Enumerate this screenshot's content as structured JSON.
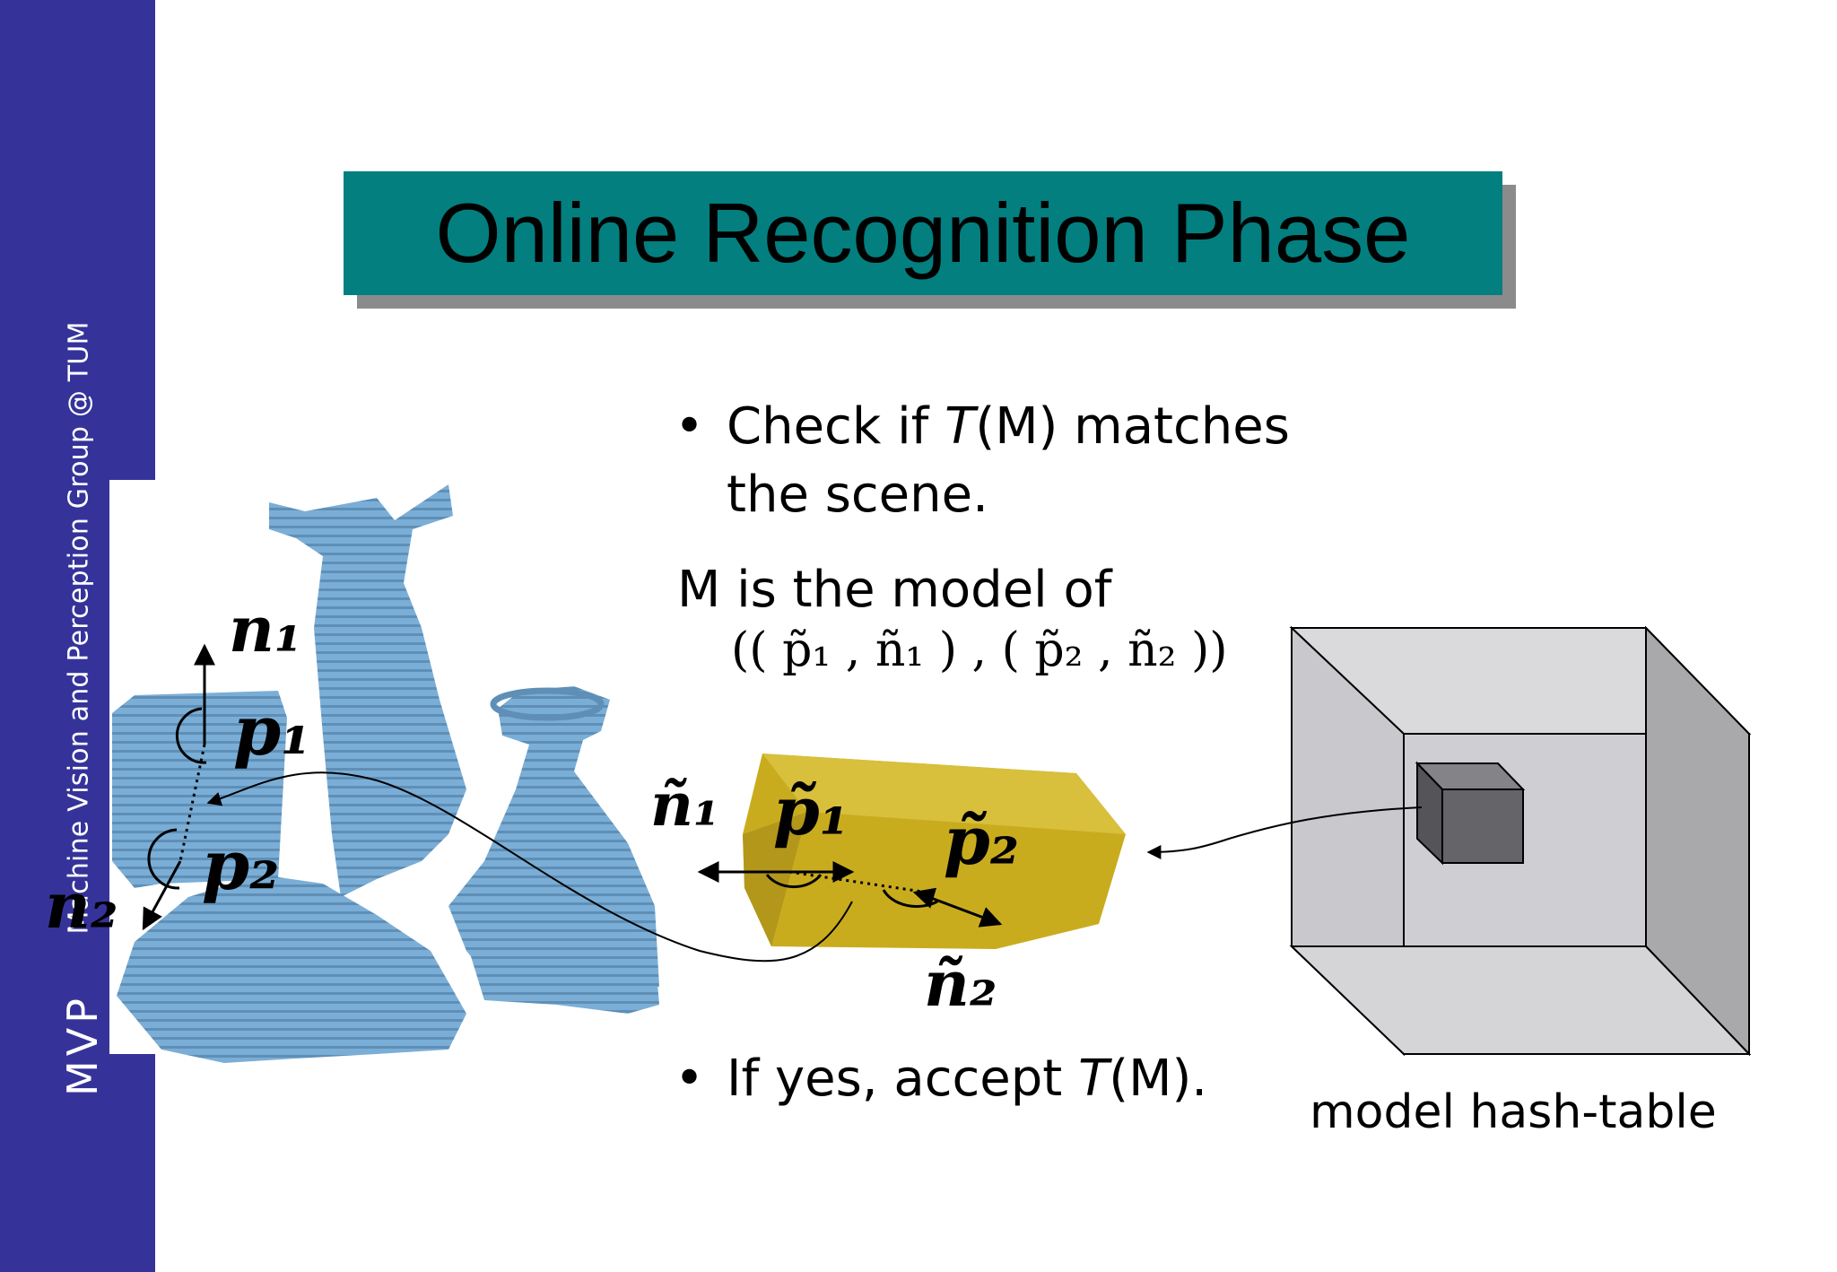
{
  "sidebar": {
    "group_text": "Machine Vision and Perception Group @ TUM",
    "abbrev": "MVP",
    "color": "#35339a"
  },
  "title": {
    "text": "Online Recognition Phase",
    "box_color": "#037f80"
  },
  "bullets": [
    {
      "pre": "Check if ",
      "italic": "T",
      "post": "(M) matches",
      "line2": "the scene."
    },
    {
      "pre": "If yes, accept ",
      "italic": "T",
      "post": "(M)."
    }
  ],
  "model_text": "M is the model of",
  "model_tuple": "(( p̃₁ , ñ₁ ) , ( p̃₂ , ñ₂ ))",
  "scene_labels": {
    "n1": "n₁",
    "p1": "p₁",
    "p2": "p₂",
    "n2": "n₂"
  },
  "object_labels": {
    "n1": "ñ₁",
    "p1": "p̃₁",
    "p2": "p̃₂",
    "n2": "ñ₂"
  },
  "caption": "model hash-table",
  "colors": {
    "scene": "#7aaed6",
    "object": "#c9ac1e",
    "box_face": "#cfcfd3",
    "box_side": "#a9a9ac",
    "cube": "#656468"
  }
}
